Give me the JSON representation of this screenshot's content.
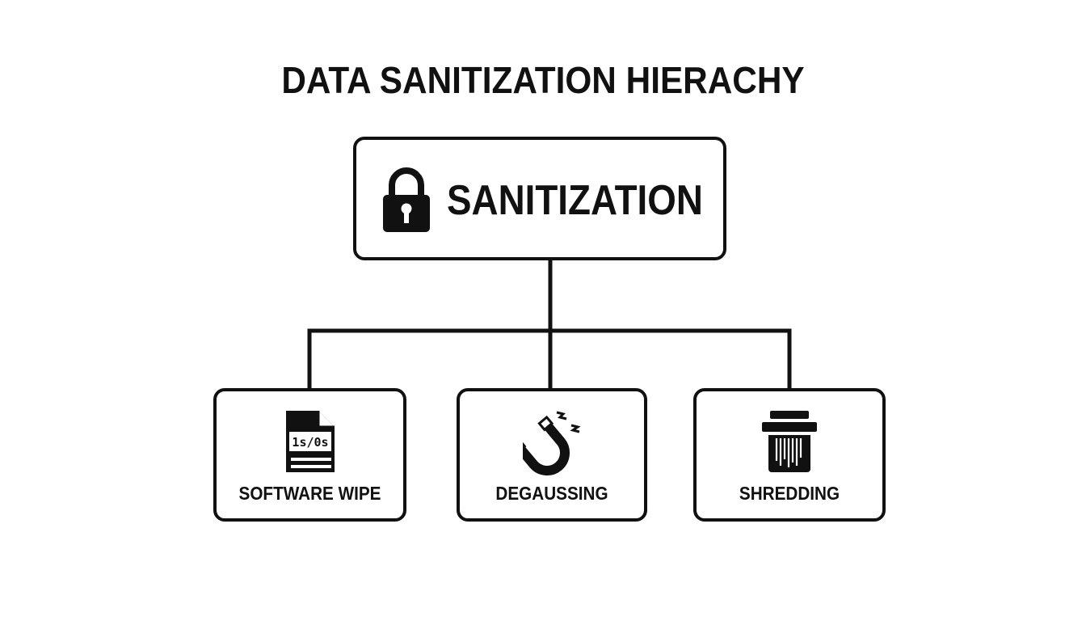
{
  "title": "DATA SANITIZATION HIERACHY",
  "root": {
    "label": "SANITIZATION",
    "icon": "padlock-icon"
  },
  "children": [
    {
      "label": "SOFTWARE WIPE",
      "icon": "binary-file-icon",
      "icon_text": "1s/0s"
    },
    {
      "label": "DEGAUSSING",
      "icon": "magnet-icon"
    },
    {
      "label": "SHREDDING",
      "icon": "shredder-icon"
    }
  ],
  "colors": {
    "stroke": "#111111",
    "background": "#ffffff"
  }
}
